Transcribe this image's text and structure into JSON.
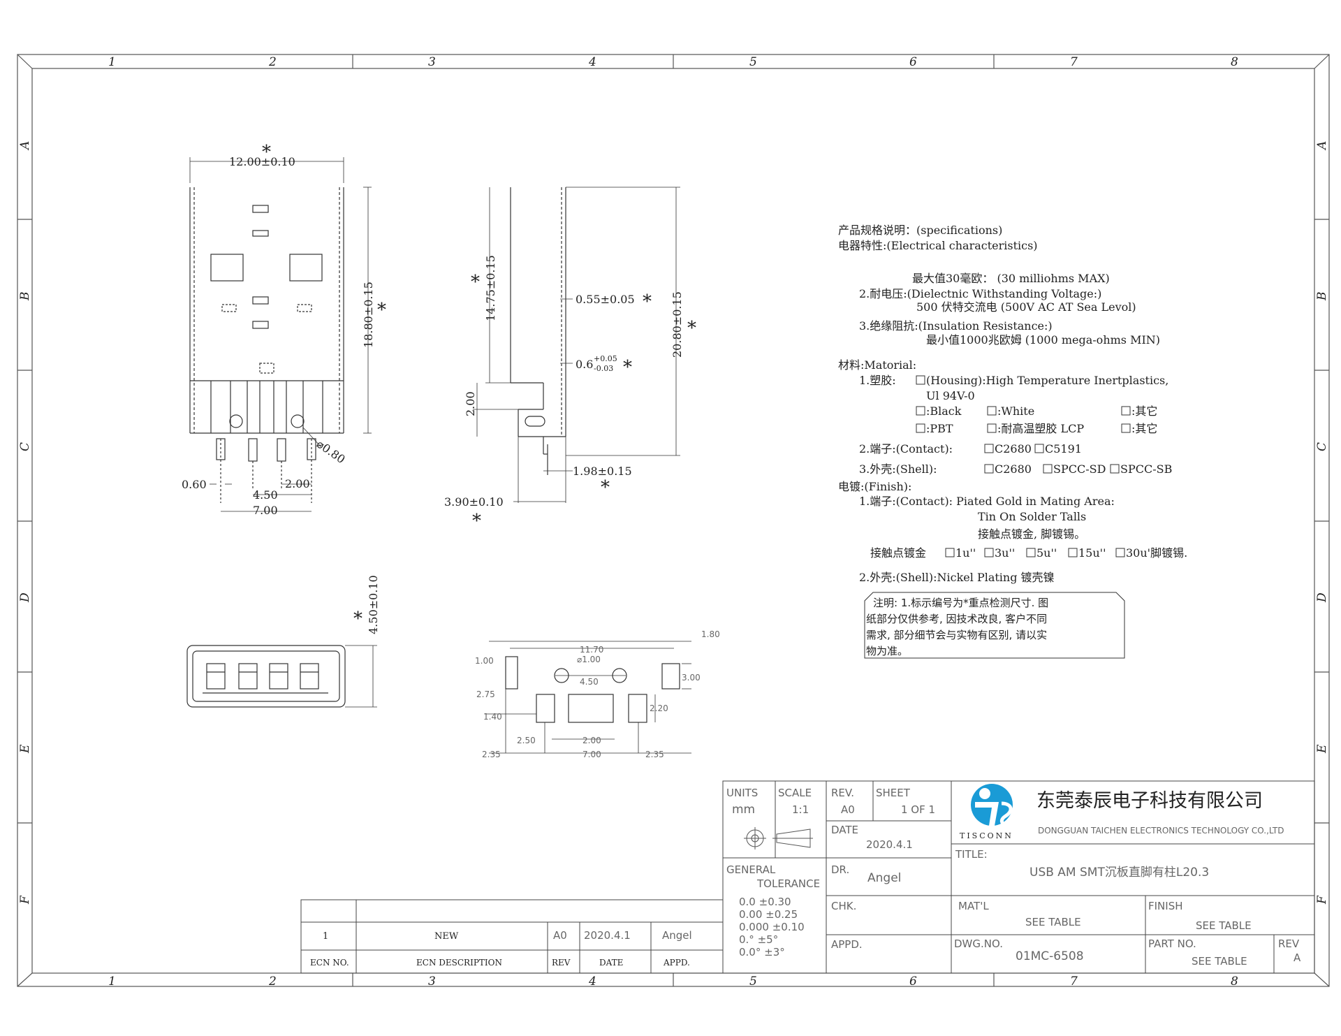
{
  "grid": {
    "columns": [
      "1",
      "2",
      "3",
      "4",
      "5",
      "6",
      "7",
      "8"
    ],
    "rows": [
      "A",
      "B",
      "C",
      "D",
      "E",
      "F"
    ]
  },
  "front_view": {
    "width_dim": "12.00±0.10",
    "height_dim": "18.80±0.15",
    "pitch_outer": "7.00",
    "pitch_mid": "4.50",
    "pitch_inner": "2.00",
    "pin_width": "0.60",
    "hole_dia": "⌀0.80"
  },
  "side_view": {
    "dim_top": "14.75±0.15",
    "dim_total": "20.80±0.15",
    "dim_bottom": "2.00",
    "dim_055": "0.55±0.05",
    "dim_06_base": "0.6",
    "dim_06_plus": "+0.05",
    "dim_06_minus": "-0.03",
    "dim_198": "1.98±0.15",
    "dim_390": "3.90±0.10"
  },
  "end_view": {
    "height_dim": "4.50±0.10"
  },
  "footprint": {
    "d_1180": "1.80",
    "d_1170": "11.70",
    "d_phi": "⌀1.00",
    "d_100": "1.00",
    "d_450": "4.50",
    "d_300": "3.00",
    "d_275": "2.75",
    "d_140": "1.40",
    "d_220": "2.20",
    "d_250": "2.50",
    "d_200": "2.00",
    "d_235a": "2.35",
    "d_700": "7.00",
    "d_235b": "2.35"
  },
  "critical_mark": "*",
  "specs": {
    "l01": "产品规格说明：(specifications)",
    "l02": "电器特性:(Electrical characteristics)",
    "l03": "最大值30毫欧： (30 milliohms MAX)",
    "l04": "2.耐电压:(Dielectnic Withstanding Voltage:)",
    "l05": "500 伏特交流电 (500V AC AT Sea Levol)",
    "l06": "3.绝缘阻抗:(Insulation Resistance:)",
    "l07": "最小值1000兆欧姆 (1000 mega-ohms MIN)",
    "l08": "材料:Matorial:",
    "l09": "1.塑胶:",
    "l09b": "(Housing):High Temperature  Inertplastics,",
    "l10": "Ul 94V-0",
    "l11a": ":Black",
    "l11b": ":White",
    "l11c": ":其它",
    "l12a": ":PBT",
    "l12b": ":耐高温塑胶 LCP",
    "l12c": ":其它",
    "l13": "2.端子:(Contact):",
    "l13a": "C2680",
    "l13b": "C5191",
    "l14": "3.外壳:(Shell):",
    "l14a": "C2680",
    "l14b": "SPCC-SD",
    "l14c": "SPCC-SB",
    "l15": "电镀:(Finish):",
    "l16": "1.端子:(Contact): Piated Gold in Mating Area:",
    "l17": "Tin On Solder Talls",
    "l18": "接触点镀金, 脚镀锡。",
    "l19": "接触点镀金",
    "l19a": "1u''",
    "l19b": "3u''",
    "l19c": "5u''",
    "l19d": "15u''",
    "l19e": "30u'脚镀锡.",
    "l20": "2.外壳:(Shell):Nickel Plating 镀壳镍",
    "note1": "注明: 1.标示编号为*重点检测尺寸. 图",
    "note2": "纸部分仅供参考, 因技术改良, 客户不同",
    "note3": "需求, 部分细节会与实物有区别, 请以实",
    "note4": "物为准。"
  },
  "title_block": {
    "units_label": "UNITS",
    "units_value": "mm",
    "scale_label": "SCALE",
    "scale_value": "1:1",
    "rev_label": "REV.",
    "rev_value": "A0",
    "sheet_label": "SHEET",
    "sheet_value": "1 OF 1",
    "date_label": "DATE",
    "date_value": "2020.4.1",
    "company_cn": "东莞泰辰电子科技有限公司",
    "company_en": "DONGGUAN TAICHEN ELECTRONICS TECHNOLOGY CO.,LTD",
    "logo_text": "TISCONN",
    "title_label": "TITLE:",
    "title_value": "USB AM SMT沉板直脚有柱L20.3",
    "gt_label1": "GENERAL",
    "gt_label2": "TOLERANCE",
    "gt1": "0.0   ±0.30",
    "gt2": "0.00  ±0.25",
    "gt3": "0.000 ±0.10",
    "gt4": "0.°  ±5°",
    "gt5": "0.0° ±3°",
    "dr_label": "DR.",
    "dr_value": "Angel",
    "chk_label": "CHK.",
    "appd_label": "APPD.",
    "matl_label": "MAT'L",
    "matl_value": "SEE TABLE",
    "finish_label": "FINISH",
    "finish_value": "SEE TABLE",
    "dwg_label": "DWG.NO.",
    "dwg_value": "01MC-6508",
    "part_label": "PART NO.",
    "part_value": "SEE TABLE",
    "rev2_label": "REV",
    "rev2_value": "A"
  },
  "revision": {
    "row_no": "1",
    "row_desc": "NEW",
    "row_rev": "A0",
    "row_date": "2020.4.1",
    "row_appd": "Angel",
    "h_no": "ECN NO.",
    "h_desc": "ECN  DESCRIPTION",
    "h_rev": "REV",
    "h_date": "DATE",
    "h_appd": "APPD."
  }
}
